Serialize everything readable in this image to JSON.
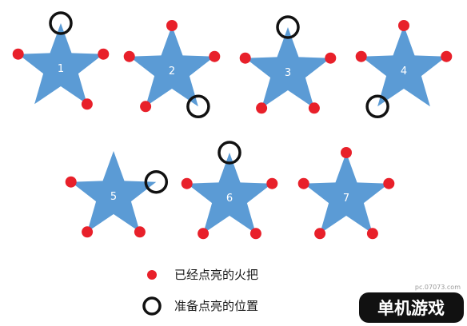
{
  "colors": {
    "star": "#5b9bd5",
    "lit_torch": "#e8202a",
    "ring": "#111111",
    "watermark_bg": "#111111",
    "watermark_accent": "#f07a1a"
  },
  "stars": [
    {
      "label": "1",
      "lit": [
        "left",
        "right",
        "lower-right"
      ],
      "ring": "top"
    },
    {
      "label": "2",
      "lit": [
        "top",
        "left",
        "right",
        "lower-left"
      ],
      "ring": "lower-right"
    },
    {
      "label": "3",
      "lit": [
        "left",
        "right",
        "lower-left",
        "lower-right"
      ],
      "ring": "top"
    },
    {
      "label": "4",
      "lit": [
        "top",
        "left",
        "right"
      ],
      "ring": "lower-left"
    },
    {
      "label": "5",
      "lit": [
        "left",
        "lower-left",
        "lower-right"
      ],
      "ring": "right"
    },
    {
      "label": "6",
      "lit": [
        "left",
        "right",
        "lower-left",
        "lower-right"
      ],
      "ring": "top"
    },
    {
      "label": "7",
      "lit": [
        "top",
        "left",
        "right",
        "lower-left",
        "lower-right"
      ],
      "ring": null
    }
  ],
  "legend": {
    "lit_label": "已经点亮的火把",
    "ring_label": "准备点亮的位置"
  },
  "watermark": {
    "url": "pc.07073.com",
    "brand": "单机游戏"
  }
}
